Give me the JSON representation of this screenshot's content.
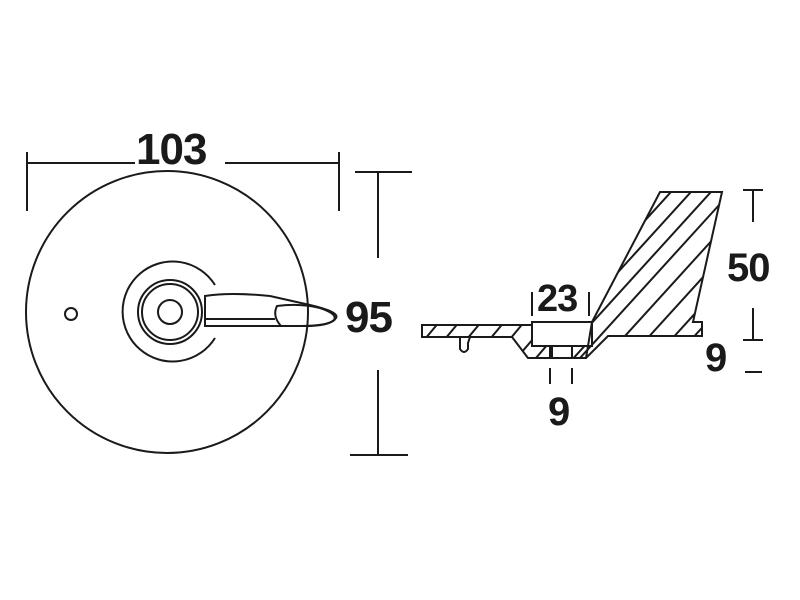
{
  "drawing": {
    "subject": "Anode technical drawing",
    "line_color": "#1a1a1a",
    "background_color": "#ffffff",
    "views": {
      "top_view": {
        "name": "Top view (disc with fin)",
        "dimensions": {
          "width": "103",
          "height": "95"
        }
      },
      "section_view": {
        "name": "Cross-section (hatched)",
        "dimensions": {
          "bore_width": "23",
          "hole_width": "9",
          "fin_height": "50",
          "base_thickness": "9"
        }
      }
    }
  }
}
